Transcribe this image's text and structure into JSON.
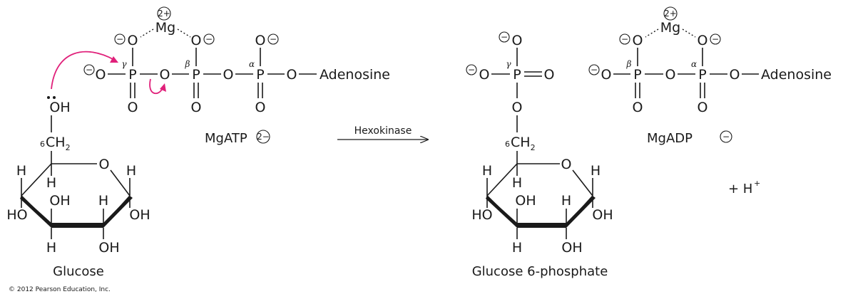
{
  "atoms": {
    "mg": "Mg",
    "o": "O",
    "p": "P",
    "oh": "OH",
    "ho": "HO",
    "h": "H",
    "ch": "CH",
    "sub2": "2",
    "six": "6",
    "adenosine": "Adenosine"
  },
  "charges": {
    "mg2plus": "2+",
    "minus": "−",
    "two_minus": "2−"
  },
  "greek": {
    "alpha": "α",
    "beta": "β",
    "gamma": "γ"
  },
  "labels": {
    "glucose": "Glucose",
    "mgatp": "MgATP",
    "enzyme": "Hexokinase",
    "g6p": "Glucose 6-phosphate",
    "mgadp": "MgADP",
    "proton_plus": "+ H",
    "proton_charge": "+"
  },
  "copyright": "© 2012 Pearson Education, Inc.",
  "colors": {
    "ink": "#1a1a1a",
    "electron_arrow": "#e0207a"
  }
}
